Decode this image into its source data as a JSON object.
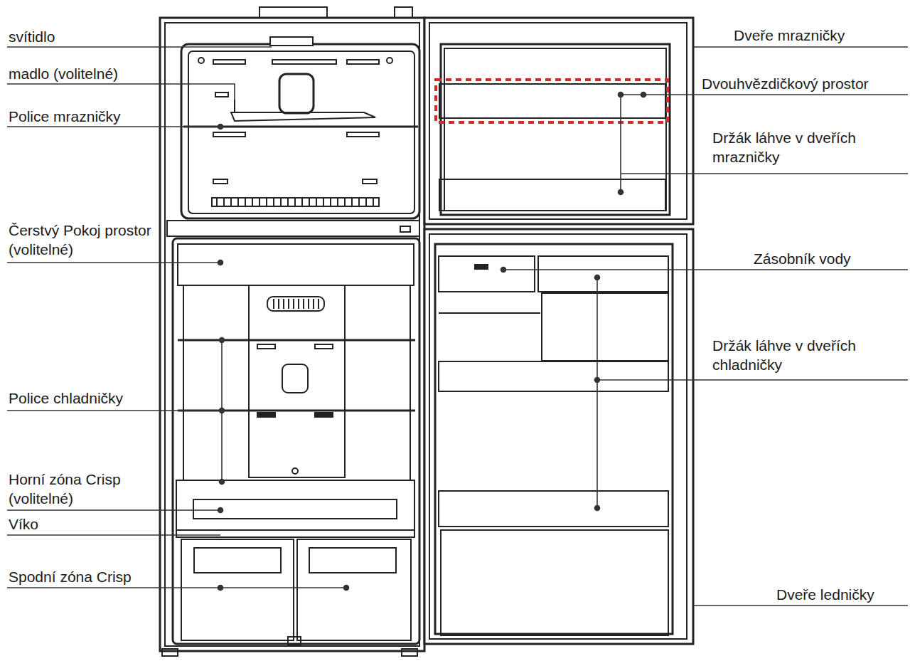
{
  "diagram": {
    "labels": [
      "svítidlo",
      "madlo (volitelné)",
      "Police mrazničky",
      "Čerstvý Pokoj prostor (volitelné)",
      "Police chladničky",
      "Horní zóna Crisp (volitelné)",
      "Víko",
      "Spodní zóna Crisp",
      "Dveře mrazničky",
      "Dvouhvězdičkový prostor",
      "Držák láhve v dveřích mrazničky",
      "Zásobník vody",
      "Držák láhve v dveřích chladničky",
      "Dveře ledničky"
    ]
  }
}
